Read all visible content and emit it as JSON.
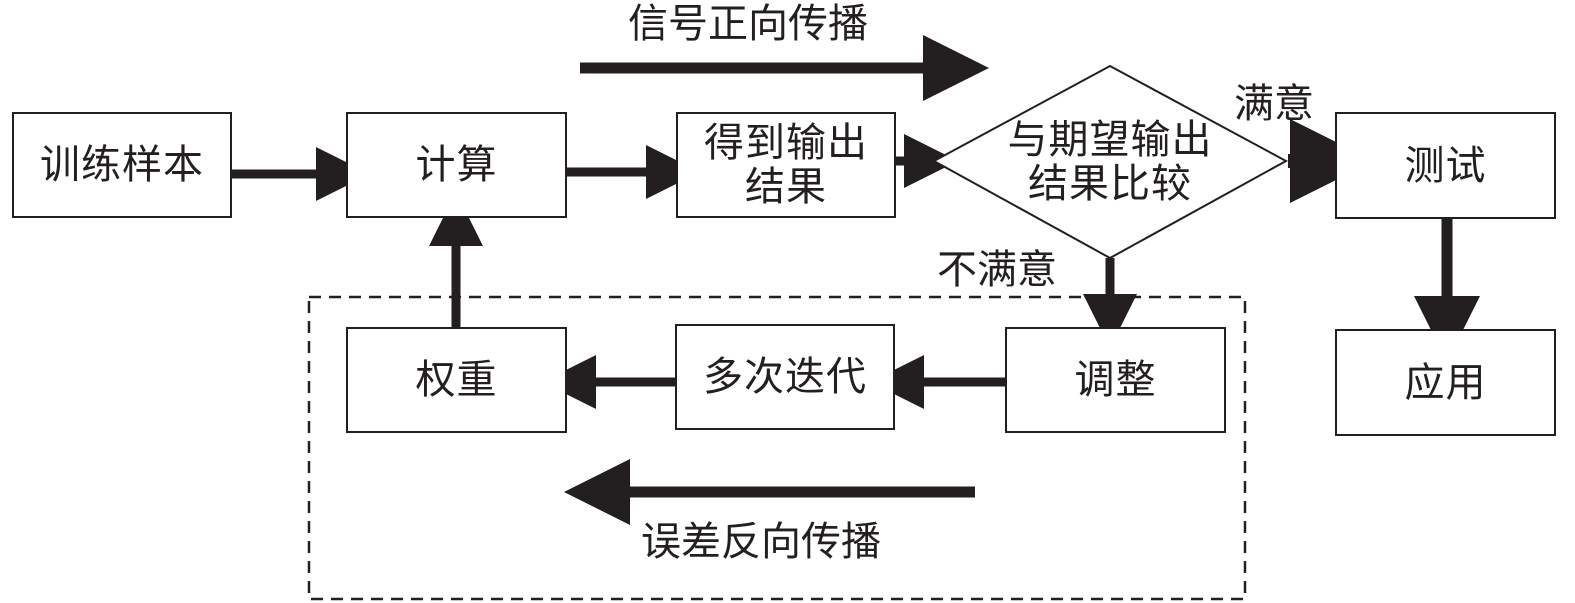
{
  "top_label": "信号正向传播",
  "bottom_label": "误差反向传播",
  "nodes": {
    "train": "训练样本",
    "calc": "计算",
    "output_line1": "得到输出",
    "output_line2": "结果",
    "compare_line1": "与期望输出",
    "compare_line2": "结果比较",
    "test": "测试",
    "apply": "应用",
    "weight": "权重",
    "iterate": "多次迭代",
    "adjust": "调整"
  },
  "branches": {
    "satisfied": "满意",
    "unsatisfied": "不满意"
  }
}
